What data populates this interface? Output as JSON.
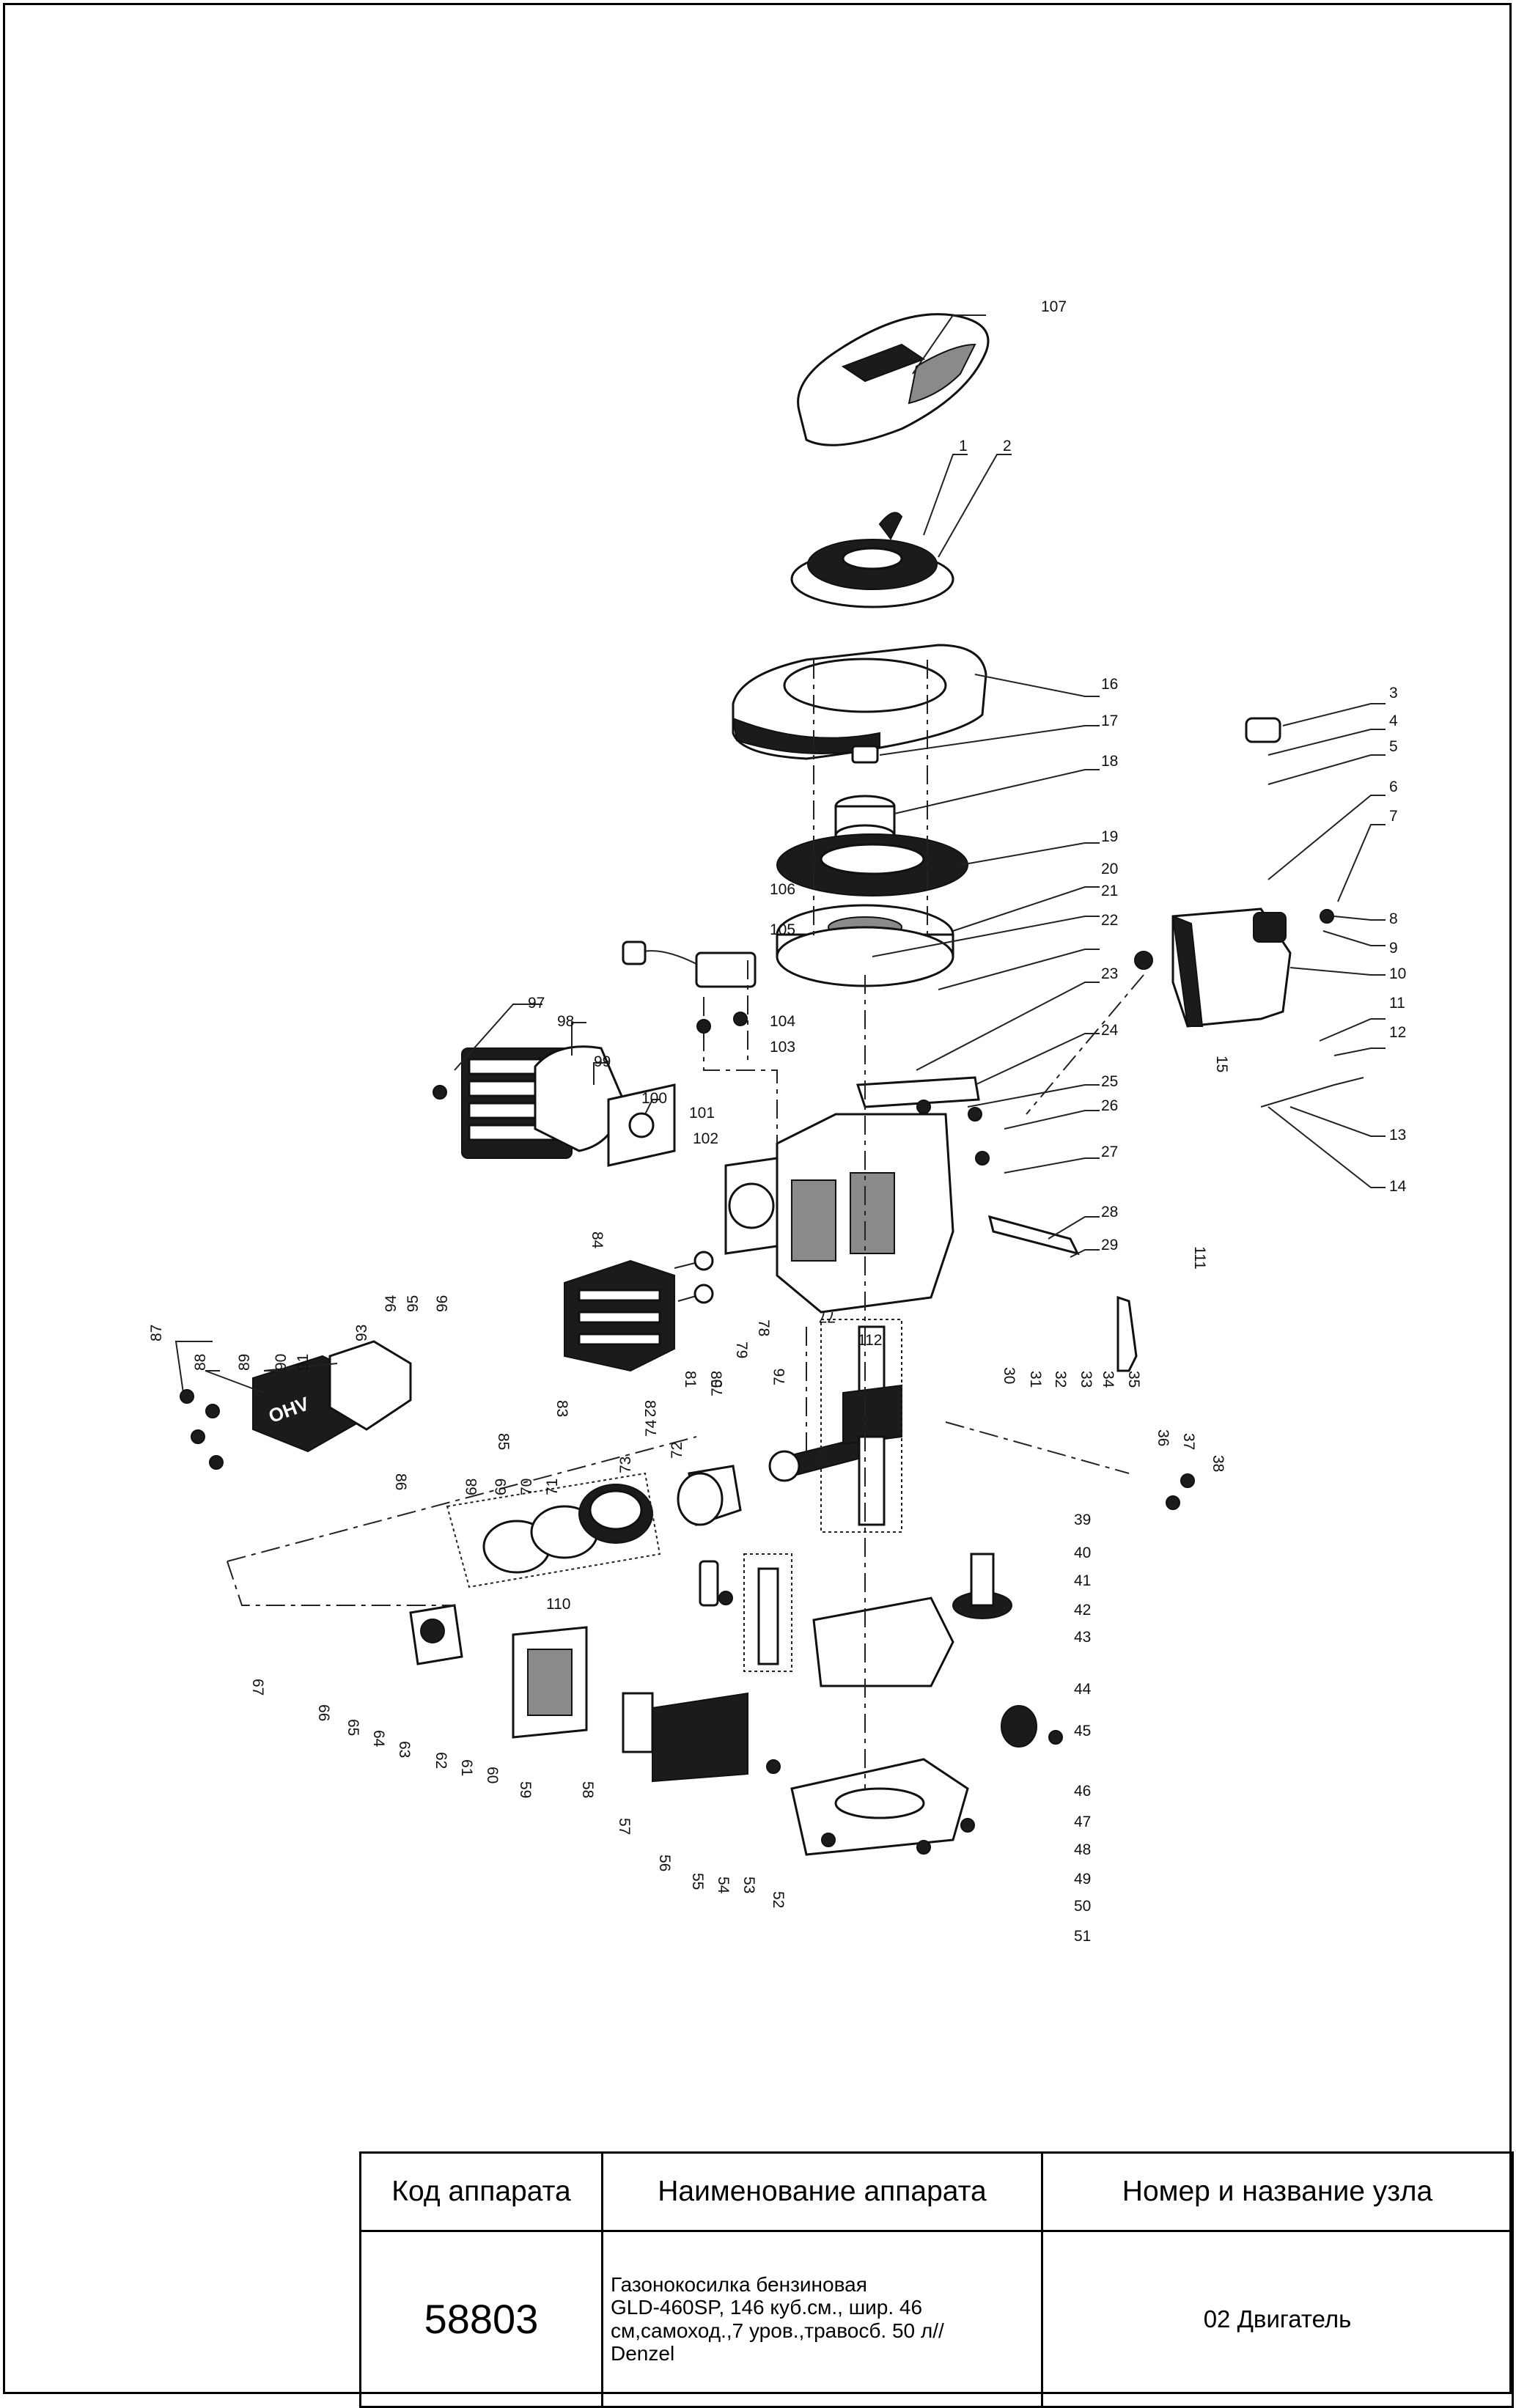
{
  "title_block": {
    "header_code": "Код аппарата",
    "header_name": "Наименование аппарата",
    "header_node": "Номер и название узла",
    "code": "58803",
    "name_lines": [
      "Газонокосилка бензиновая",
      "GLD-460SP, 146 куб.см., шир. 46",
      "см,самоход.,7 уров.,травосб. 50 л//",
      "Denzel"
    ],
    "node": "02 Двигатель"
  },
  "cover_logo": "OHV",
  "callouts": [
    "107",
    "1",
    "2",
    "16",
    "17",
    "18",
    "19",
    "20",
    "21",
    "22",
    "23",
    "24",
    "25",
    "26",
    "27",
    "28",
    "29",
    "30",
    "31",
    "32",
    "33",
    "34",
    "35",
    "36",
    "37",
    "38",
    "39",
    "40",
    "41",
    "42",
    "43",
    "44",
    "45",
    "46",
    "47",
    "48",
    "49",
    "50",
    "51",
    "52",
    "53",
    "54",
    "55",
    "56",
    "57",
    "58",
    "59",
    "60",
    "61",
    "62",
    "63",
    "64",
    "65",
    "66",
    "67",
    "68",
    "69",
    "70",
    "71",
    "72",
    "73",
    "74",
    "75",
    "76",
    "77",
    "78",
    "79",
    "80",
    "81",
    "82",
    "83",
    "84",
    "85",
    "86",
    "87",
    "88",
    "89",
    "90",
    "91",
    "93",
    "94",
    "95",
    "96",
    "97",
    "98",
    "99",
    "100",
    "101",
    "102",
    "103",
    "104",
    "105",
    "106",
    "110",
    "111",
    "112",
    "3",
    "4",
    "5",
    "6",
    "7",
    "8",
    "9",
    "10",
    "11",
    "12",
    "13",
    "14",
    "15"
  ]
}
